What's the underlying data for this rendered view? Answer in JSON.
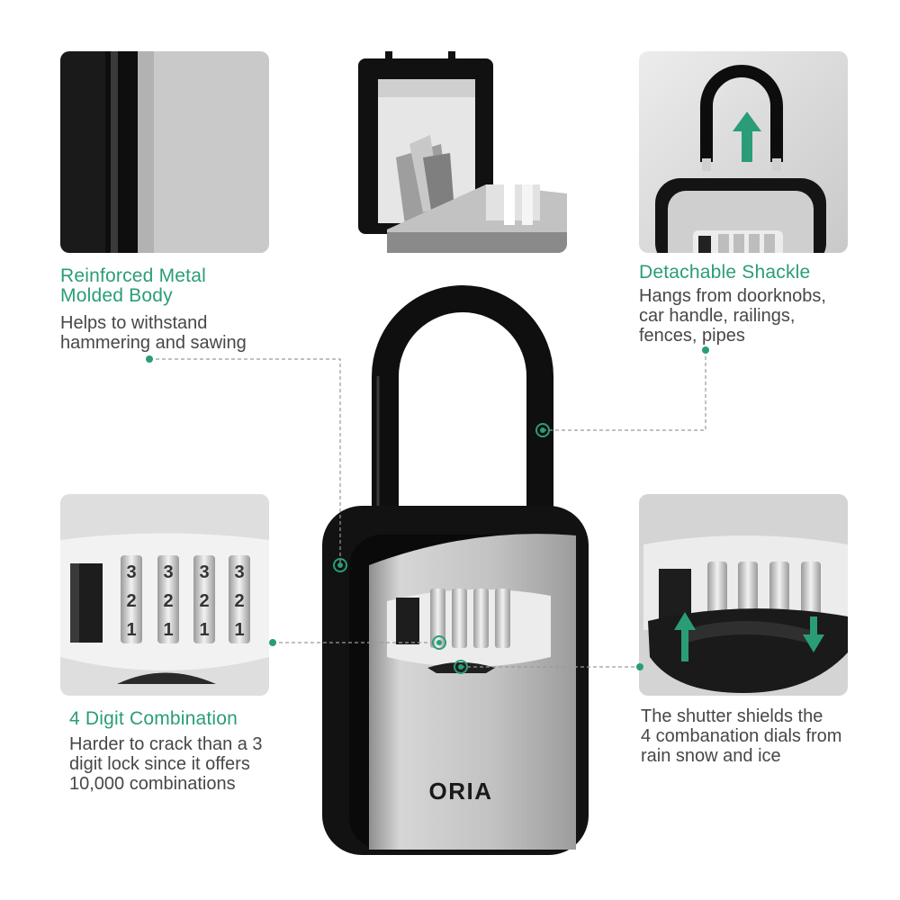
{
  "brand": {
    "name": "ORIA"
  },
  "colors": {
    "accent": "#2a9d78",
    "lock_body": "#141414",
    "face_silver": "#c4c4c4",
    "leader_line": "#9a9a9a"
  },
  "dial": {
    "digits": [
      "3",
      "2",
      "1"
    ],
    "dial_count": 4
  },
  "features": {
    "body": {
      "title_lines": [
        "Reinforced Metal",
        "Molded Body"
      ],
      "desc_lines": [
        "Helps to withstand",
        "hammering and sawing"
      ]
    },
    "shackle": {
      "title_lines": [
        "Detachable Shackle"
      ],
      "desc_lines": [
        "Hangs from doorknobs,",
        "car handle, railings,",
        "fences, pipes"
      ]
    },
    "combination": {
      "title_lines": [
        "4 Digit Combination"
      ],
      "desc_lines": [
        "Harder to crack than a 3",
        "digit lock since it offers",
        "10,000 combinations"
      ]
    },
    "shutter": {
      "desc_lines": [
        "The shutter shields the",
        "4 combanation dials from",
        "rain snow and ice"
      ]
    }
  }
}
